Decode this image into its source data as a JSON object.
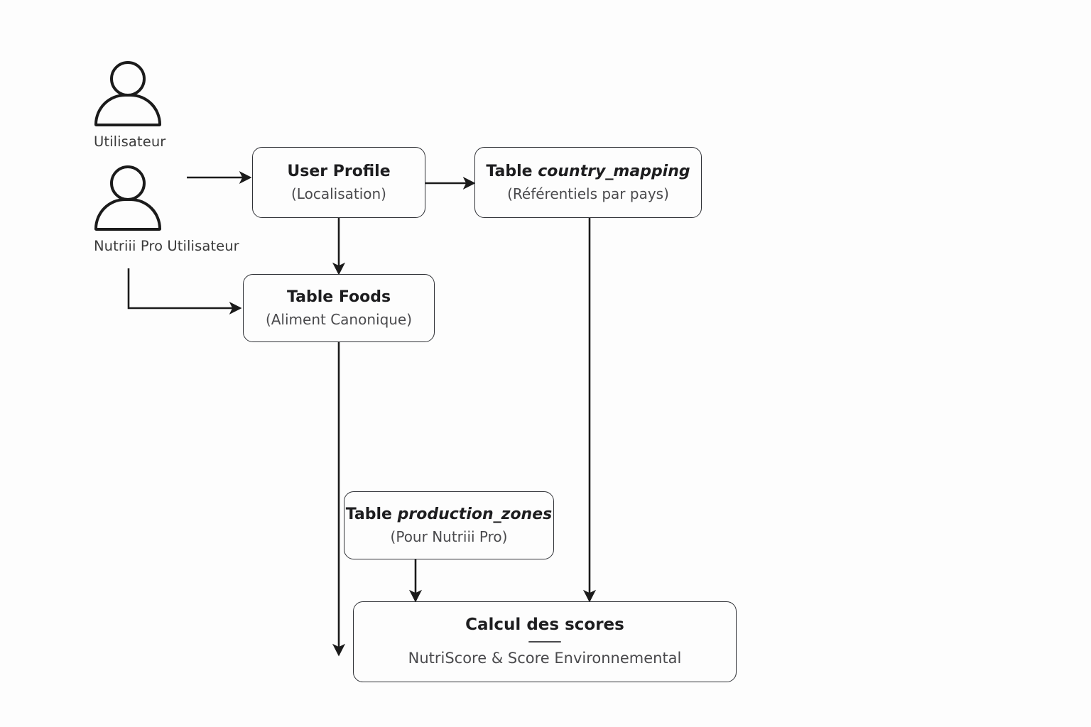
{
  "diagram": {
    "background_color": "#fdfdfd",
    "line_color": "#1b1b1b",
    "node_border_color": "#2f3136",
    "title_color": "#1d1d1f",
    "subtitle_color": "#4a4a4d"
  },
  "actors": [
    {
      "id": "utilisateur",
      "icon": "user-icon",
      "label": "Utilisateur"
    },
    {
      "id": "nutriii-pro",
      "icon": "user-icon",
      "label": "Nutriii Pro Utilisateur"
    }
  ],
  "nodes": [
    {
      "id": "user-profile",
      "title_prefix": "User Profile",
      "title_emphasis": "",
      "subtitle": "(Localisation)"
    },
    {
      "id": "country-mapping",
      "title_prefix": "Table ",
      "title_emphasis": "country_mapping",
      "subtitle": "(Référentiels par pays)"
    },
    {
      "id": "table-foods",
      "title_prefix": "Table Foods",
      "title_emphasis": "",
      "subtitle": "(Aliment Canonique)"
    },
    {
      "id": "production-zones",
      "title_prefix": "Table ",
      "title_emphasis": "production_zones",
      "subtitle": "(Pour Nutriii Pro)"
    },
    {
      "id": "calcul-scores",
      "title_prefix": "Calcul des scores",
      "title_emphasis": "",
      "subtitle": "NutriScore & Score Environnemental"
    }
  ],
  "edges": [
    {
      "id": "edge-actor-to-user-profile",
      "from": "nutriii-pro",
      "to": "user-profile",
      "style": "straight-arrow"
    },
    {
      "id": "edge-user-profile-to-country-mapping",
      "from": "user-profile",
      "to": "country-mapping",
      "style": "straight-arrow"
    },
    {
      "id": "edge-user-profile-to-foods",
      "from": "user-profile",
      "to": "table-foods",
      "style": "straight-arrow"
    },
    {
      "id": "edge-actor-to-foods",
      "from": "nutriii-pro",
      "to": "table-foods",
      "style": "elbow-arrow"
    },
    {
      "id": "edge-foods-to-scores",
      "from": "table-foods",
      "to": "calcul-scores",
      "style": "straight-arrow"
    },
    {
      "id": "edge-country-mapping-to-scores",
      "from": "country-mapping",
      "to": "calcul-scores",
      "style": "straight-arrow"
    },
    {
      "id": "edge-production-zones-to-scores",
      "from": "production-zones",
      "to": "calcul-scores",
      "style": "straight-arrow"
    }
  ]
}
